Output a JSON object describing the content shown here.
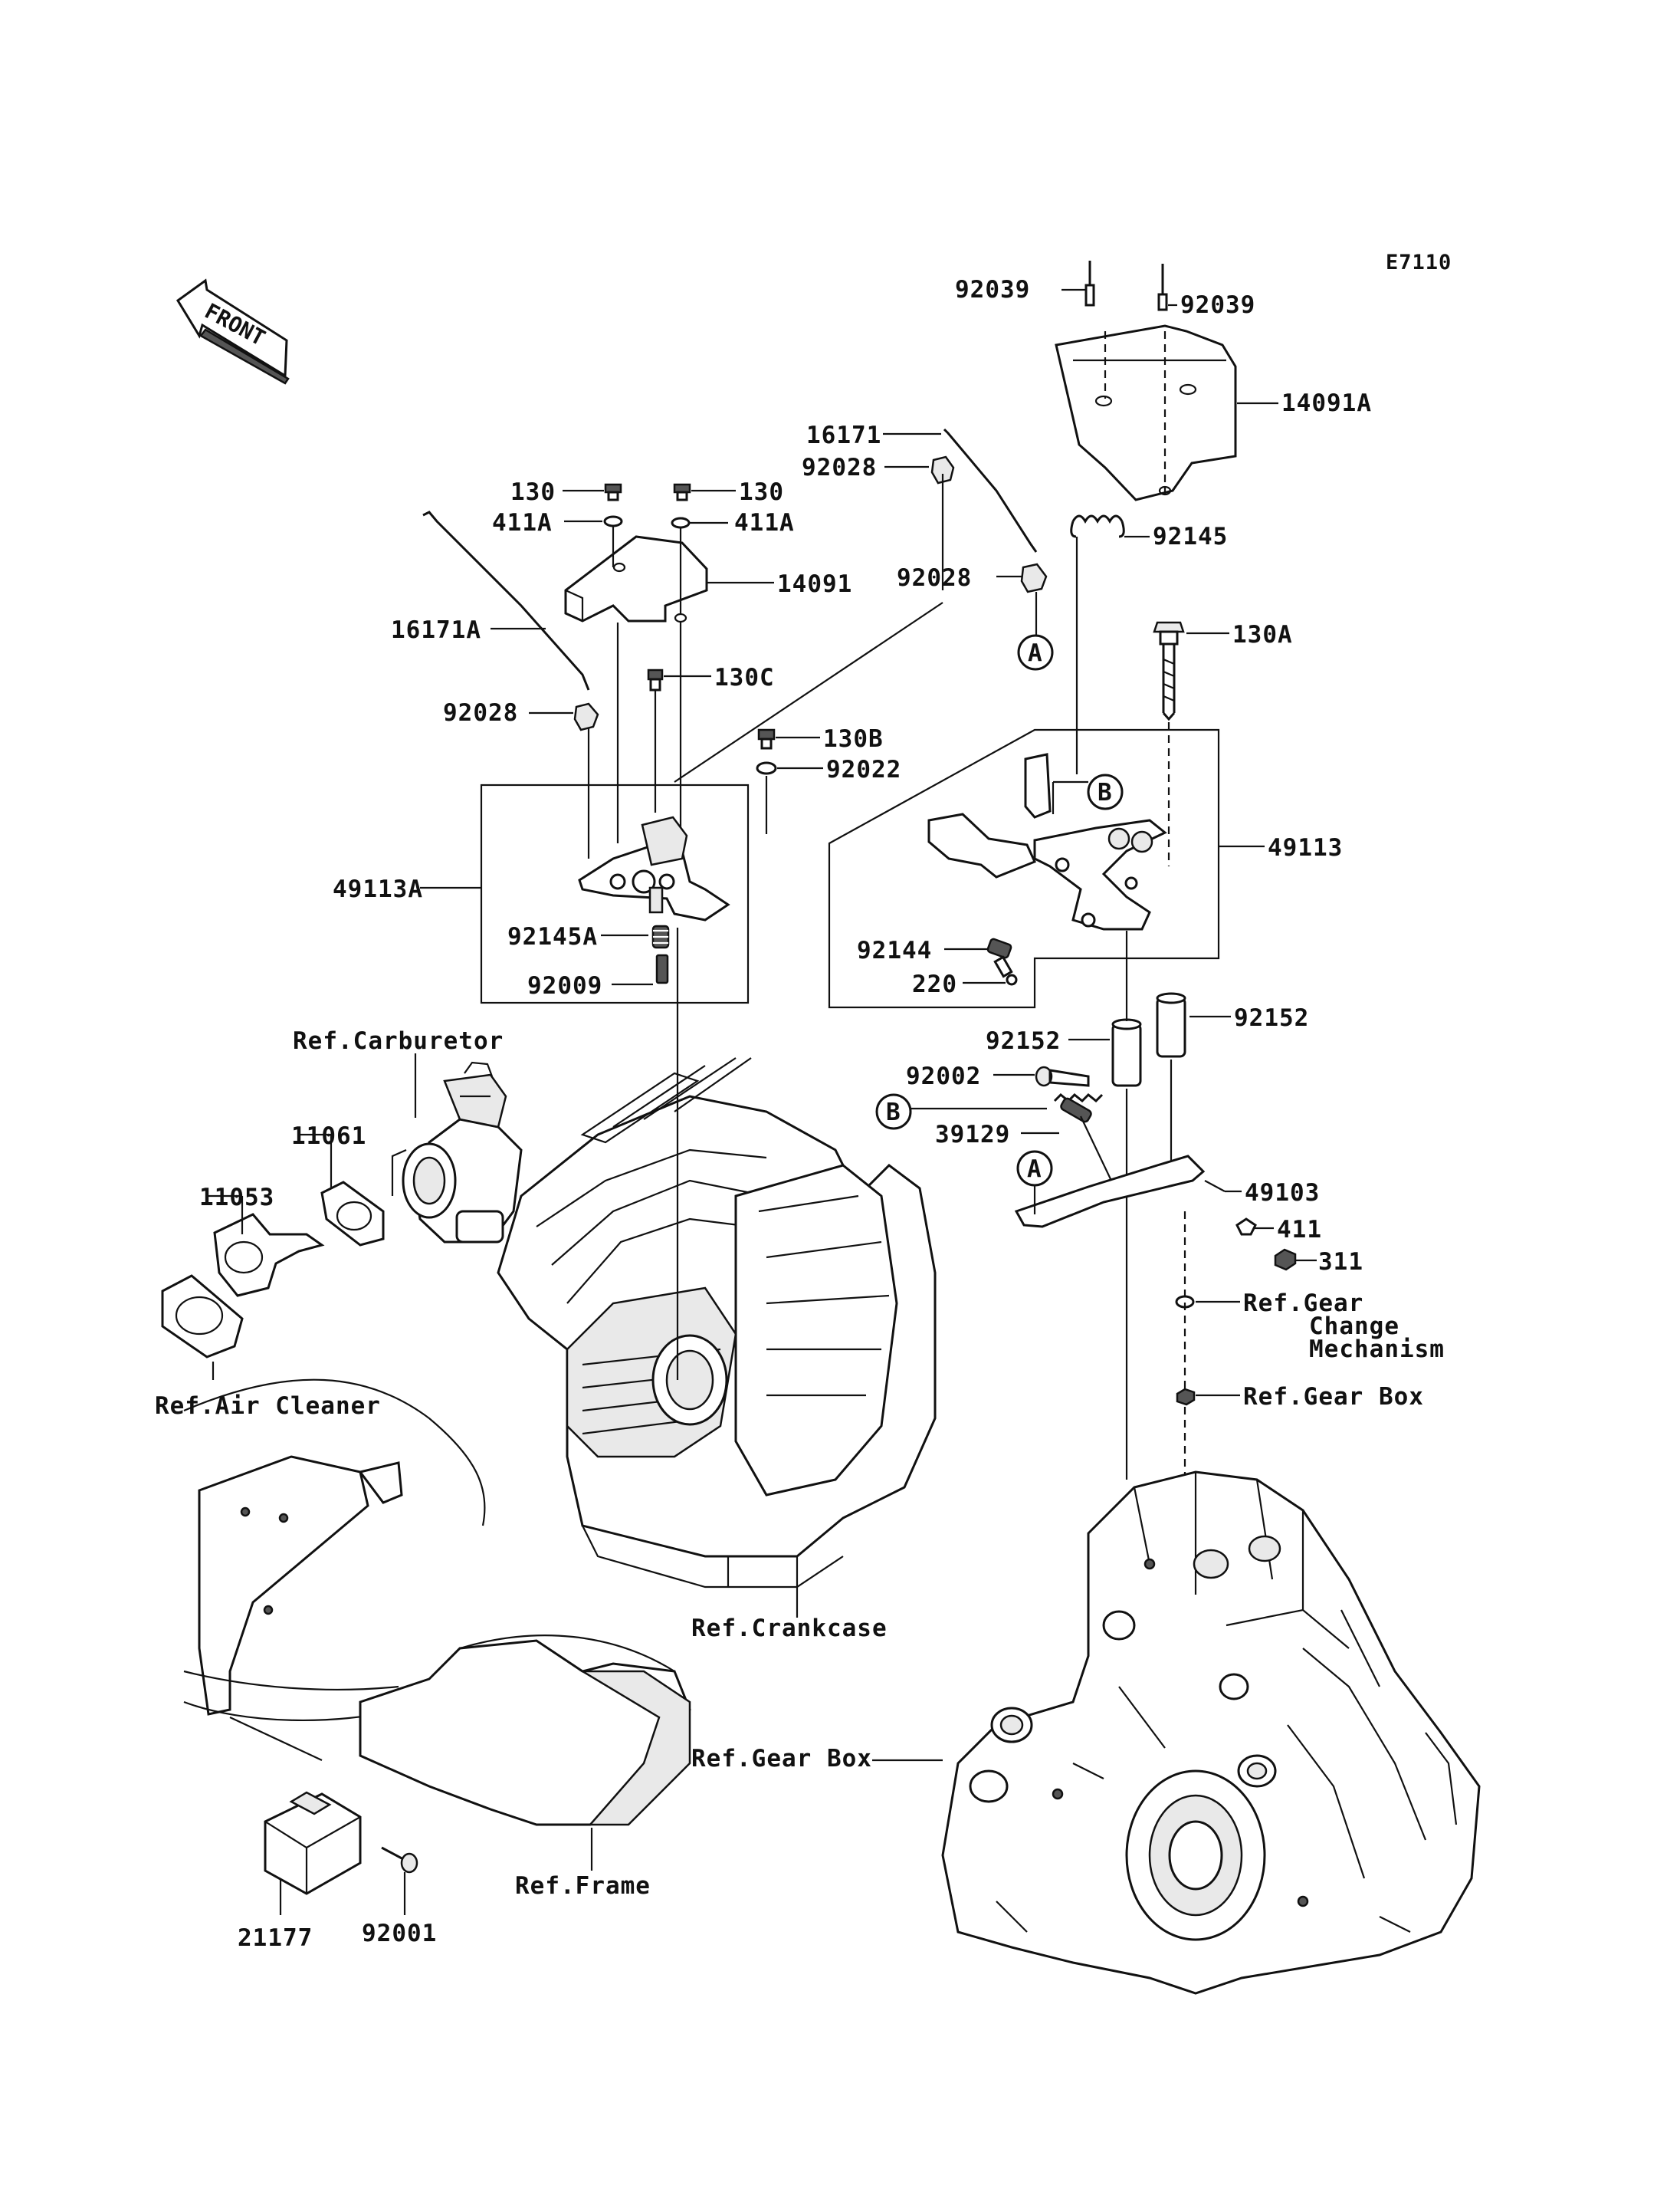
{
  "diagram_code": "E7110",
  "front_arrow_label": "FRONT",
  "markers": {
    "a": "A",
    "b": "B"
  },
  "labels": {
    "p92039_left": "92039",
    "p92039_right": "92039",
    "p14091A": "14091A",
    "p16171": "16171",
    "p92028_top": "92028",
    "p92145": "92145",
    "p130_left": "130",
    "p130_right": "130",
    "p411A_left": "411A",
    "p411A_right": "411A",
    "p14091": "14091",
    "p92028_mid": "92028",
    "p130A": "130A",
    "p16171A": "16171A",
    "p130C": "130C",
    "p92028_left": "92028",
    "p130B": "130B",
    "p92022": "92022",
    "p49113": "49113",
    "p49113A": "49113A",
    "p92145A": "92145A",
    "p92144": "92144",
    "p92009": "92009",
    "p220": "220",
    "p92152_right": "92152",
    "p92152_left": "92152",
    "p92002": "92002",
    "p39129": "39129",
    "p49103": "49103",
    "p411": "411",
    "p311": "311",
    "p11061": "11061",
    "p11053": "11053",
    "p21177": "21177",
    "p92001": "92001"
  },
  "references": {
    "carburetor": "Ref.Carburetor",
    "air_cleaner": "Ref.Air Cleaner",
    "gear_change_1": "Ref.Gear",
    "gear_change_2": "Change",
    "gear_change_3": "Mechanism",
    "gear_box_upper": "Ref.Gear Box",
    "crankcase": "Ref.Crankcase",
    "gear_box_lower": "Ref.Gear Box",
    "frame": "Ref.Frame"
  }
}
